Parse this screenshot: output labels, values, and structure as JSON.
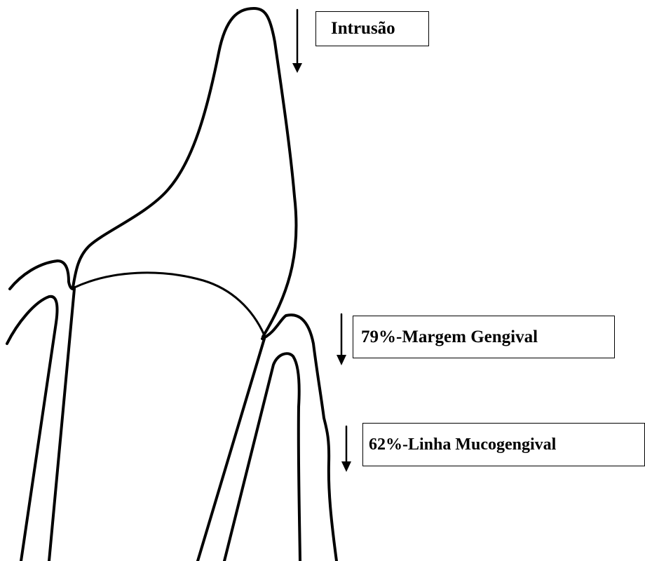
{
  "labels": {
    "intrusion": "Intrusão",
    "gingival_margin": "79%-Margem Gengival",
    "mucogingival_line": "62%-Linha Mucogengival"
  },
  "colors": {
    "line": "#000000",
    "background": "#ffffff"
  },
  "icons": {
    "arrow": "arrow-down-icon"
  }
}
